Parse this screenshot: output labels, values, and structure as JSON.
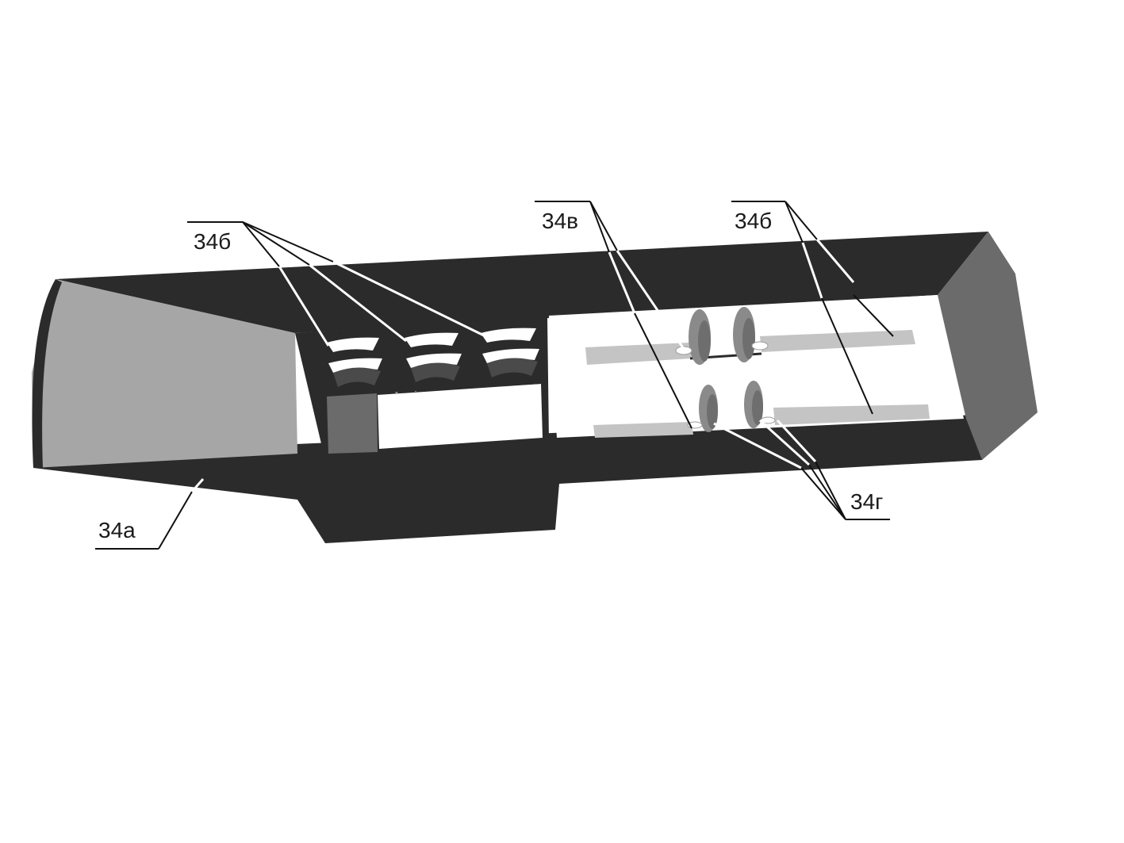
{
  "figure": {
    "colors": {
      "background": "#ffffff",
      "body_dark": "#2b2b2b",
      "face_grey": "#a6a6a6",
      "side_grey": "#6b6b6b",
      "cavity_white": "#ffffff",
      "strip_grey": "#c4c4c4",
      "disk_grey": "#8a8a8a",
      "leader_black": "#111111",
      "leader_white": "#ffffff"
    },
    "callouts": {
      "label_a": "34а",
      "label_b_left": "34б",
      "label_v": "34в",
      "label_b_right": "34б",
      "label_g": "34г"
    }
  }
}
